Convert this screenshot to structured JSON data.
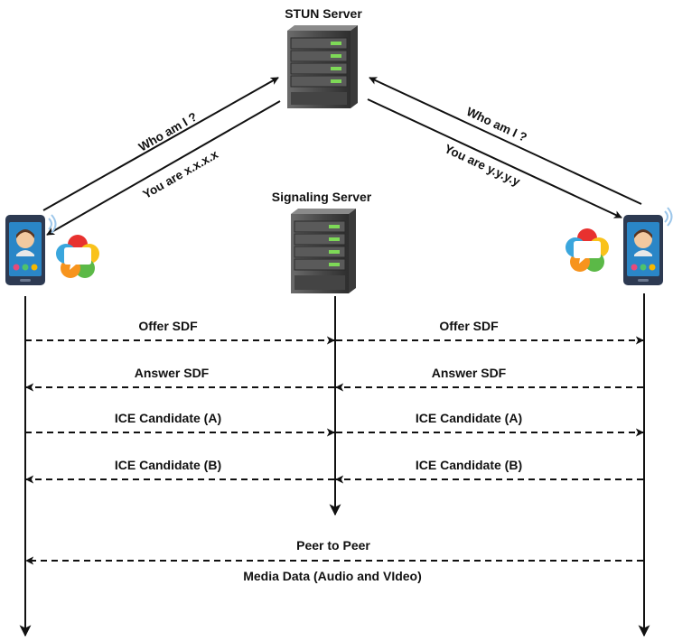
{
  "stun_server": {
    "title": "STUN Server"
  },
  "signaling_server": {
    "title": "Signaling Server"
  },
  "stun_exchange": {
    "left_request": "Who am I ?",
    "left_response": "You are x.x.x.x",
    "right_request": "Who am I ?",
    "right_response": "You are y.y.y.y"
  },
  "signaling_messages": {
    "offer_left": "Offer SDF",
    "offer_right": "Offer SDF",
    "answer_left": "Answer SDF",
    "answer_right": "Answer SDF",
    "ice_a_left": "ICE Candidate (A)",
    "ice_a_right": "ICE Candidate (A)",
    "ice_b_left": "ICE Candidate (B)",
    "ice_b_right": "ICE Candidate (B)"
  },
  "peer_link": {
    "title": "Peer to Peer",
    "subtitle": "Media Data (Audio and VIdeo)"
  },
  "icons": {
    "left_device": "smartphone-icon",
    "right_device": "smartphone-icon",
    "webrtc_logo": "webrtc-logo-icon",
    "server": "server-rack-icon"
  },
  "colors": {
    "line": "#111111",
    "server_body": "#4a4a4a",
    "server_led": "#7ed957",
    "phone_body": "#2d3a52",
    "phone_screen": "#2a86c7",
    "webrtc_red": "#e8312f",
    "webrtc_orange": "#f7941d",
    "webrtc_yellow": "#f9c21b",
    "webrtc_green": "#5bb947",
    "webrtc_blue": "#3aa6dd"
  }
}
